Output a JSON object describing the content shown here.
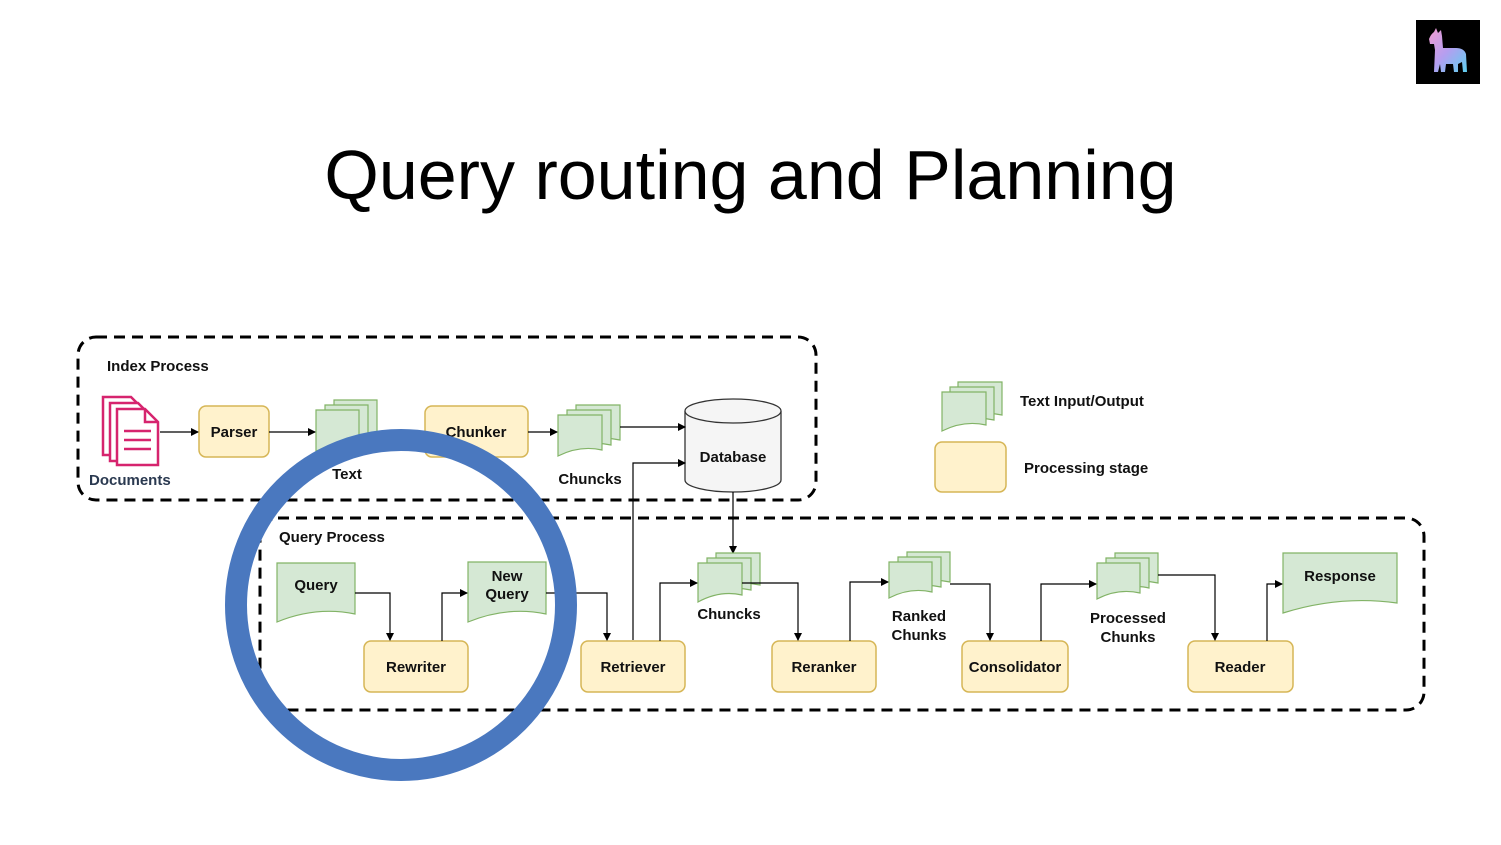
{
  "title": "Query routing and Planning",
  "colors": {
    "document_fill": "#d5e8d4",
    "document_stroke": "#82b366",
    "stage_fill": "#fff2cc",
    "stage_stroke": "#d6b656",
    "documents_icon": "#d6246e",
    "highlight_circle": "#4a78bf",
    "database_fill": "#f5f5f5"
  },
  "logo": {
    "icon": "llama-icon"
  },
  "index_process": {
    "label": "Index Process",
    "documents": "Documents",
    "parser": "Parser",
    "text": "Text",
    "chunker": "Chunker",
    "chunks": "Chuncks",
    "database": "Database"
  },
  "query_process": {
    "label": "Query Process",
    "query": "Query",
    "new_query": [
      "New",
      "Query"
    ],
    "rewriter": "Rewriter",
    "retriever": "Retriever",
    "chunks": "Chuncks",
    "reranker": "Reranker",
    "ranked_chunks": [
      "Ranked",
      "Chunks"
    ],
    "consolidator": "Consolidator",
    "processed_chunks": [
      "Processed",
      "Chunks"
    ],
    "reader": "Reader",
    "response": "Response"
  },
  "legend": {
    "text_io": "Text Input/Output",
    "processing_stage": "Processing stage"
  }
}
